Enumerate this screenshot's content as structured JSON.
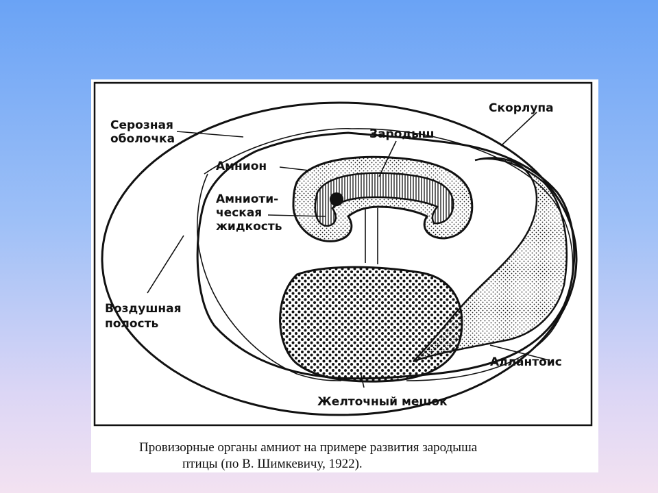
{
  "labels": {
    "serous_membrane": [
      "Серозная",
      "оболочка"
    ],
    "shell": "Скорлупа",
    "embryo": "Зародыш",
    "amnion": "Амнион",
    "amniotic_fluid": [
      "Амниоти-",
      "ческая",
      "жидкость"
    ],
    "air_cell": [
      "Воздушная",
      "полость"
    ],
    "allantois": "Аллантоис",
    "yolk_sac": "Желточный мешок"
  },
  "caption": {
    "line1": "Провизорные органы амниот на примере развития зародыша",
    "line2": "птицы (по В. Шимкевичу, 1922)."
  }
}
